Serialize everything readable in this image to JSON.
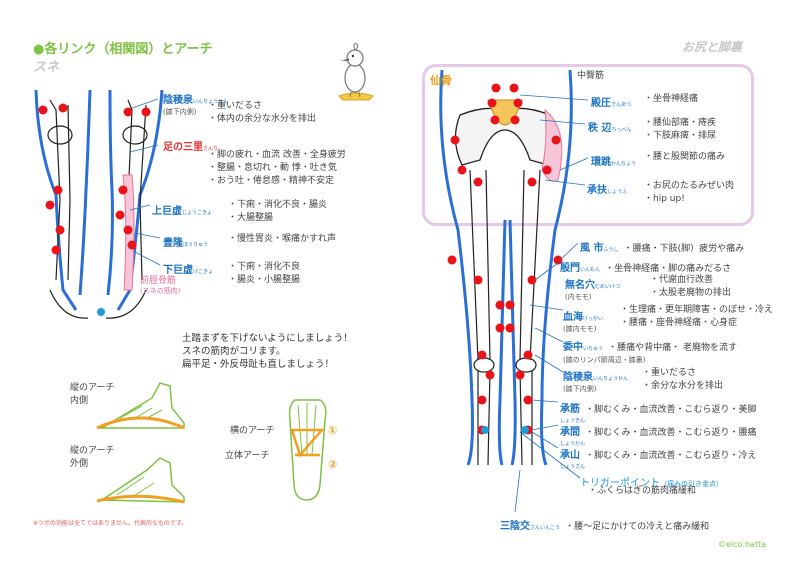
{
  "left": {
    "title": "●各リンク（相関図）とアーチ",
    "subtitle": "スネ",
    "points": {
      "inryousen": {
        "name": "陰稜泉",
        "kana": "いんりょうせん",
        "sub": "(膝下内側)",
        "lines": [
          "・重いだるさ",
          "・体内の余分な水分を排出"
        ]
      },
      "ashisanri": {
        "name": "足の三里",
        "kana": "さんり",
        "lines": [
          "・脚の疲れ・血流 改善・全身疲労",
          "・整腸・息切れ・動 悸・吐き気",
          "・おう吐・倦怠感・精神不安定"
        ]
      },
      "jokokyo": {
        "name": "上巨虚",
        "kana": "じょうこきょ",
        "lines": [
          "・下痢・消化不良・腸炎",
          "・大腸整腸"
        ]
      },
      "horyu": {
        "name": "豊隆",
        "kana": "ほうりゅう",
        "lines": [
          "・慢性胃炎・喉痛かすれ声"
        ]
      },
      "gekokyo": {
        "name": "下巨虚",
        "kana": "げこきょ",
        "lines": [
          "・下痢・消化不良",
          "・腸炎・小腸整腸"
        ]
      },
      "muscle": {
        "name": "前脛骨筋",
        "sub": "(スネの筋肉)"
      }
    },
    "notes": [
      "土踏まずを下げないようにしましょう！",
      "スネの筋肉がコリます。",
      "扁平足・外反母趾も直しましょう！"
    ],
    "arches": {
      "inner": [
        "縦のアーチ",
        "内側"
      ],
      "outer": [
        "縦のアーチ",
        "外側"
      ],
      "transverse": "横のアーチ",
      "three_d": "立体アーチ",
      "num1": "①",
      "num2": "②"
    },
    "footnote": "※ツボの効能は全てではありません。代表的なものです。"
  },
  "right": {
    "title": "お尻と脚裏",
    "hip": {
      "sacrum": "仙骨",
      "gluteus_medius": "中臀筋",
      "denatsu": {
        "name": "殿圧",
        "kana": "でんあつ",
        "lines": [
          "・坐骨神経痛"
        ]
      },
      "chippen": {
        "name": "秩 辺",
        "kana": "ちっぺん",
        "lines": [
          "・腰仙部痛・痔疾",
          "・下肢麻痺・排尿"
        ]
      },
      "kanchou": {
        "name": "環跳",
        "kana": "かんちょう",
        "lines": [
          "・腰と股関節の痛み"
        ]
      },
      "shofu": {
        "name": "承扶",
        "kana": "しょうふ",
        "lines": [
          "・お尻のたるみぜい肉",
          "・hip up!"
        ]
      }
    },
    "legs": {
      "fushi": {
        "name": "風 市",
        "kana": "ふうし",
        "text": "・腰痛・下肢(脚）疲労や痛み"
      },
      "inmon": {
        "name": "殷門",
        "kana": "いんもん",
        "text": "・坐骨神経痛・脚の痛みだるさ"
      },
      "mumei": {
        "name": "無名穴",
        "kana": "むめいけつ",
        "sub": "(内モモ)",
        "lines": [
          "・代謝血行改善",
          "・太股老廃物の排出"
        ]
      },
      "kekkai": {
        "name": "血海",
        "kana": "けっかい",
        "sub": "(膝内モモ)",
        "lines": [
          "・生理痛・更年期障害・のぼせ・冷え",
          "・腰痛・座骨神経痛・心身症"
        ]
      },
      "ichu": {
        "name": "委中",
        "kana": "いちゅう",
        "sub": "(膝のリンパ節周辺・膝裏)",
        "text": "・腰痛や背中痛・ 老廃物を流す"
      },
      "inryousen": {
        "name": "陰稜泉",
        "kana": "いんりょうせん",
        "sub": "(膝下内側)",
        "lines": [
          "・重いだるさ",
          "・余分な水分を排出"
        ]
      },
      "shokin": {
        "name": "承筋",
        "kana": "しょうきん",
        "text": "・脚むくみ・血流改善・こむら返り・美脚"
      },
      "shokan": {
        "name": "承間",
        "kana": "しょうかん",
        "text": "・脚むくみ・血流改善・こむら返り・腰痛"
      },
      "shozan": {
        "name": "承山",
        "kana": "しょうざん",
        "text": "・脚むくみ・血流改善・こむら返り・冷え"
      },
      "trigger": {
        "name": "トリガーポイント",
        "kana": "（痛みの引き金点）",
        "text": "・ふくらはぎの筋肉痛緩和"
      },
      "sanin": {
        "name": "三陰交",
        "kana": "さんいんこう",
        "text": "・腰〜足にかけての冷えと痛み緩和"
      }
    },
    "copyright": "©eico hatta"
  },
  "colors": {
    "green": "#7dc241",
    "blue": "#1e74c4",
    "red": "#e03030",
    "pink": "#e8719a",
    "frame": "#e6c9e6",
    "outline_blue": "#2b6fd6",
    "acupoint": "#e8141a",
    "orange": "#f0a020"
  }
}
